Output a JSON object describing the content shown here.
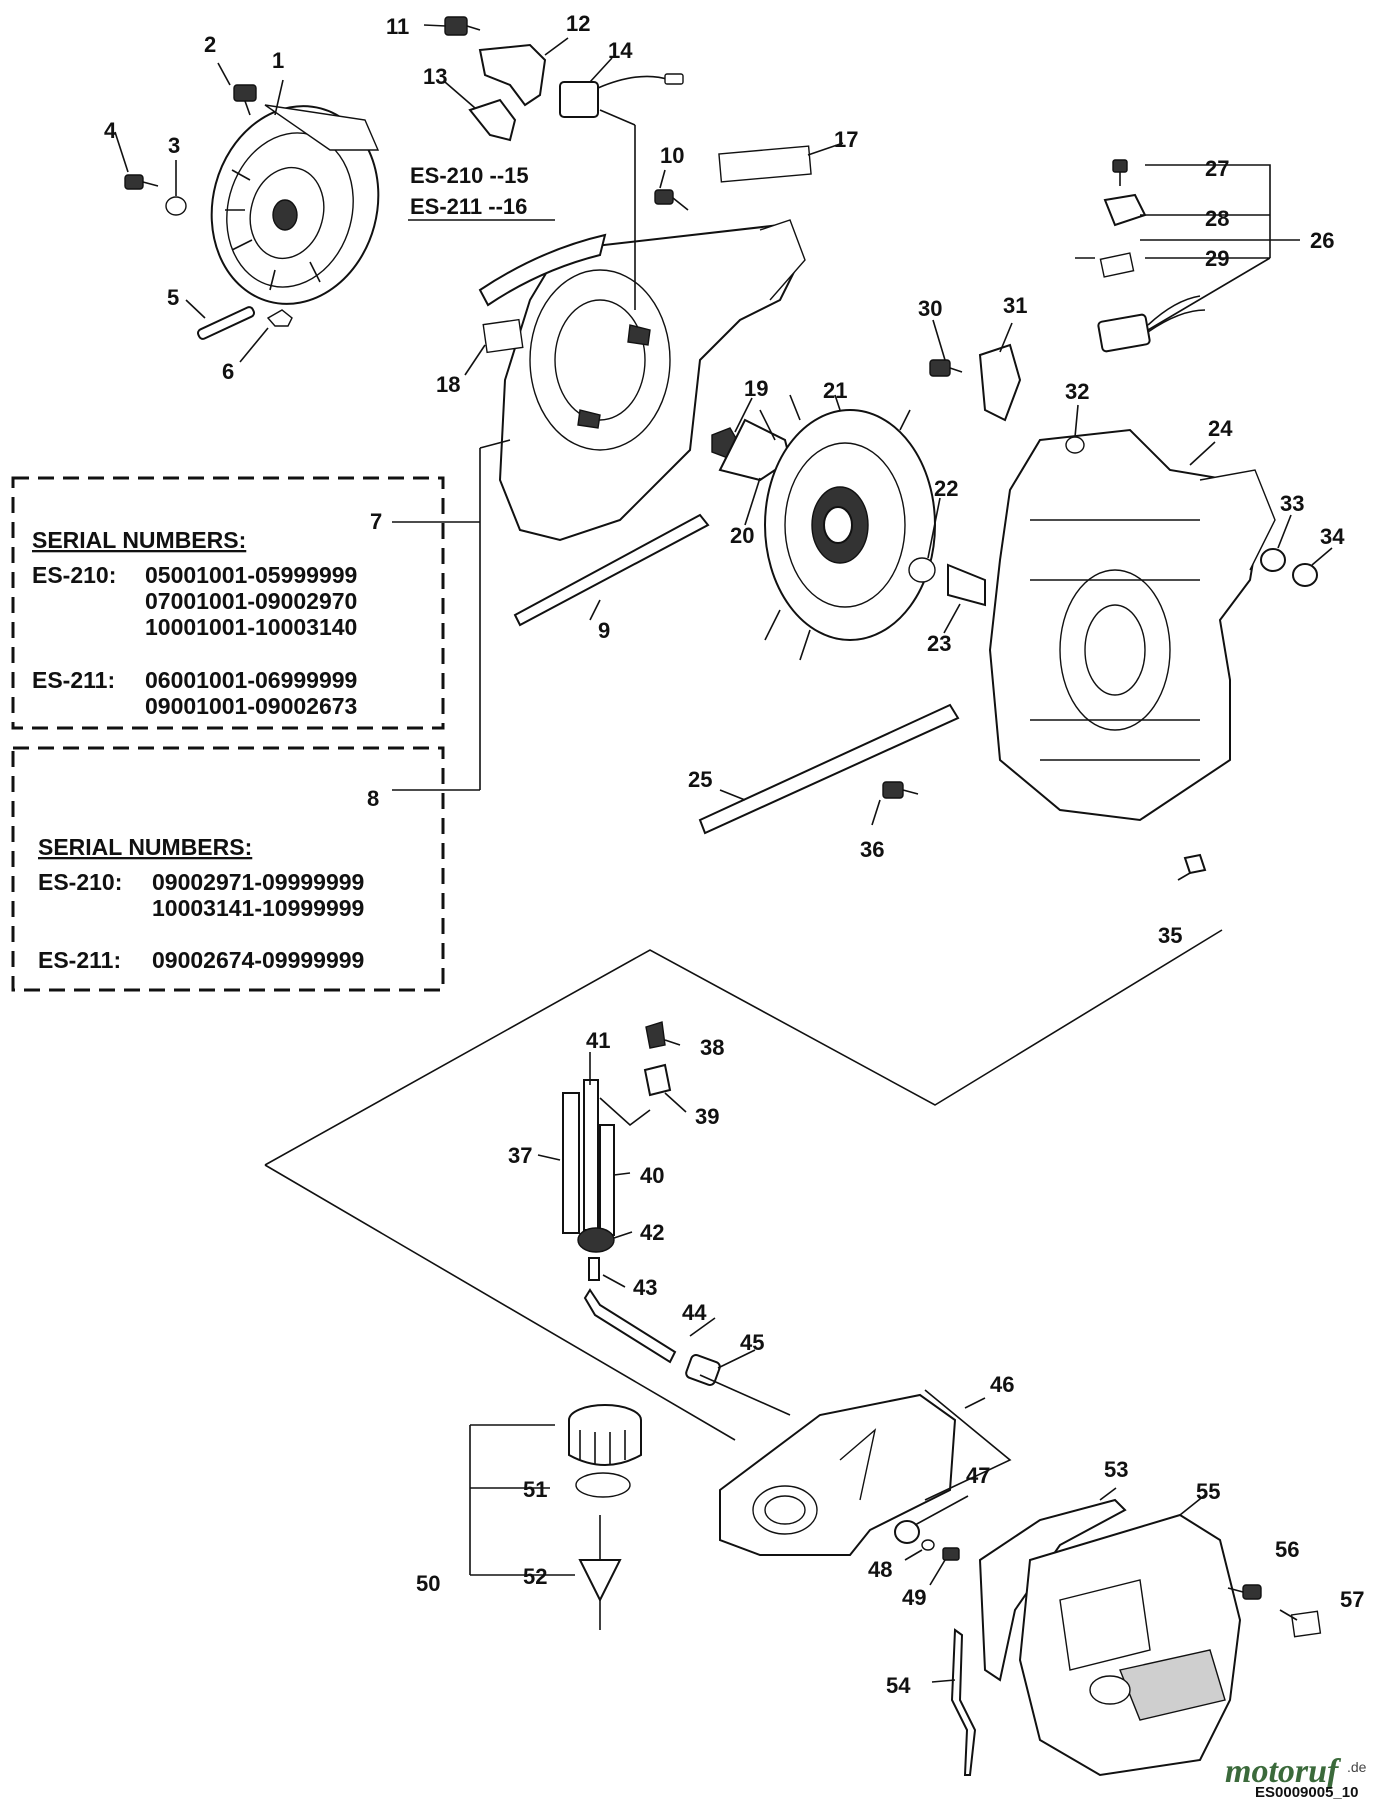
{
  "callouts": {
    "c1": "1",
    "c2": "2",
    "c3": "3",
    "c4": "4",
    "c5": "5",
    "c6": "6",
    "c7": "7",
    "c8": "8",
    "c9": "9",
    "c10": "10",
    "c11": "11",
    "c12": "12",
    "c13": "13",
    "c14": "14",
    "c17": "17",
    "c18": "18",
    "c19": "19",
    "c20": "20",
    "c21": "21",
    "c22": "22",
    "c23": "23",
    "c24": "24",
    "c25": "25",
    "c26": "26",
    "c27": "27",
    "c28": "28",
    "c29": "29",
    "c30": "30",
    "c31": "31",
    "c32": "32",
    "c33": "33",
    "c34": "34",
    "c35": "35",
    "c36": "36",
    "c37": "37",
    "c38": "38",
    "c39": "39",
    "c40": "40",
    "c41": "41",
    "c42": "42",
    "c43": "43",
    "c44": "44",
    "c45": "45",
    "c46": "46",
    "c47": "47",
    "c48": "48",
    "c49": "49",
    "c50": "50",
    "c51": "51",
    "c52": "52",
    "c53": "53",
    "c54": "54",
    "c55": "55",
    "c56": "56",
    "c57": "57"
  },
  "variant_notes": {
    "line1": "ES-210 --15",
    "line2": "ES-211 --16"
  },
  "serial_box_1": {
    "title": "SERIAL NUMBERS:",
    "model_a": "ES-210:",
    "model_a_ranges": [
      "05001001-05999999",
      "07001001-09002970",
      "10001001-10003140"
    ],
    "model_b": "ES-211:",
    "model_b_ranges": [
      "06001001-06999999",
      "09001001-09002673"
    ]
  },
  "serial_box_2": {
    "title": "SERIAL NUMBERS:",
    "model_a": "ES-210:",
    "model_a_ranges": [
      "09002971-09999999",
      "10003141-10999999"
    ],
    "model_b": "ES-211:",
    "model_b_ranges": [
      "09002674-09999999"
    ]
  },
  "watermark": {
    "brand": "motoruf",
    "suffix": ".de"
  },
  "drawing_ref": "ES0009005_10"
}
